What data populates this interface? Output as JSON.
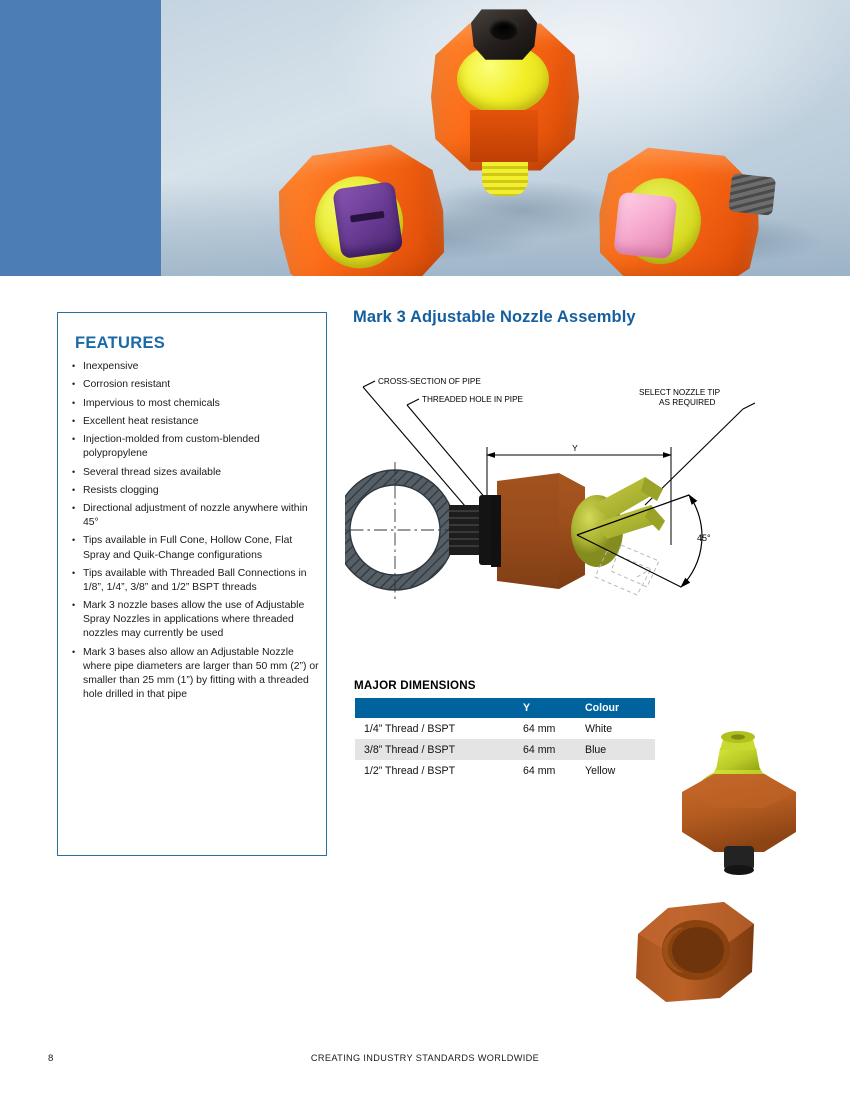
{
  "header": {
    "photo_alt": "three orange mark 3 adjustable nozzle assemblies",
    "accent_blue": "#4d7db5"
  },
  "features": {
    "title": "FEATURES",
    "items": [
      "Inexpensive",
      "Corrosion resistant",
      "Impervious to most chemicals",
      "Excellent heat resistance",
      "Injection-molded from custom-blended polypropylene",
      "Several thread sizes available",
      "Resists clogging",
      "Directional adjustment of nozzle anywhere within 45°",
      "Tips available in Full Cone, Hollow Cone, Flat Spray and Quik-Change configurations",
      "Tips available with Threaded Ball Connections in 1/8”, 1/4”, 3/8” and 1/2” BSPT threads",
      "Mark 3 nozzle bases allow the use of Adjustable Spray Nozzles in applications where threaded nozzles may currently be used",
      "Mark 3 bases also allow an Adjustable Nozzle where pipe diameters are larger than 50 mm (2”) or smaller than 25 mm (1”) by fitting with a threaded hole drilled in that pipe"
    ]
  },
  "main": {
    "title": "Mark 3 Adjustable Nozzle Assembly",
    "title_color": "#155f9e"
  },
  "diagram": {
    "labels": {
      "cross_section": "CROSS-SECTION OF PIPE",
      "threaded_hole": "THREADED HOLE IN PIPE",
      "select_tip_line1": "SELECT NOZZLE TIP",
      "select_tip_line2": "AS REQUIRED",
      "dimension_y": "Y",
      "angle": "45°"
    }
  },
  "dimensions": {
    "title": "MAJOR DIMENSIONS",
    "columns": [
      "",
      "Y",
      "Colour"
    ],
    "rows": [
      {
        "spec": "1/4”  Thread / BSPT",
        "y": "64 mm",
        "colour": "White"
      },
      {
        "spec": "3/8” Thread / BSPT",
        "y": "64 mm",
        "colour": "Blue"
      },
      {
        "spec": "1/2”  Thread / BSPT",
        "y": "64 mm",
        "colour": "Yellow"
      }
    ],
    "header_color": "#00639e"
  },
  "products": {
    "assembly_alt": "mark 3 nozzle assembly render with yellow-green tip",
    "nut_alt": "orange hex retaining nut render"
  },
  "footer": {
    "page_number": "8",
    "tagline": "CREATING INDUSTRY STANDARDS WORLDWIDE"
  }
}
